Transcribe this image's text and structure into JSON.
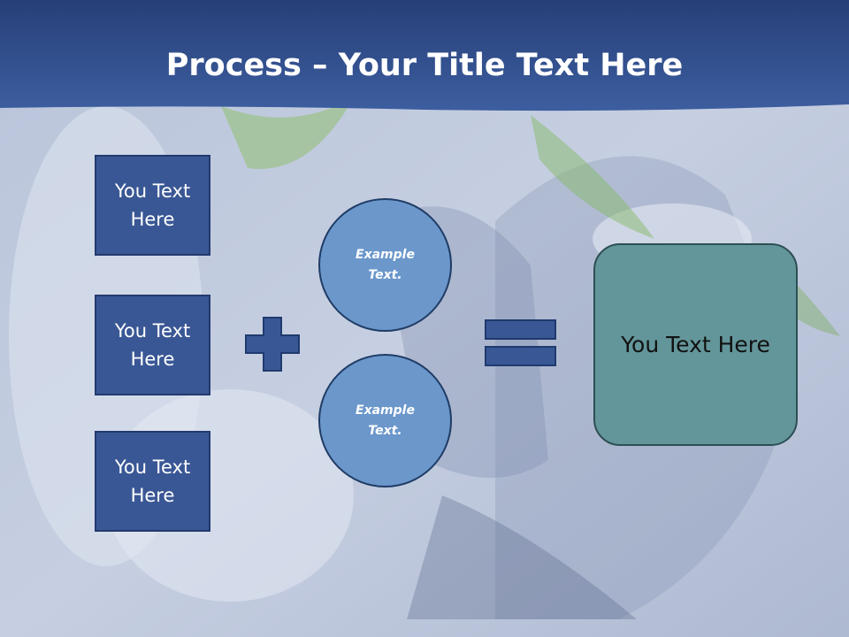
{
  "slide": {
    "title_bold": "Process",
    "title_rest": " – Your Title Text Here",
    "left_boxes": [
      "You Text\nHere",
      "You Text\nHere",
      "You Text\nHere"
    ],
    "circles": [
      "Example\nText.",
      "Example\nText."
    ],
    "result_text": "You Text Here"
  },
  "colors": {
    "header": "#2f4d8c",
    "box_fill": "#3a5795",
    "circle_fill": "#6b97cb",
    "result_fill": "#63969a"
  },
  "icons": {
    "plus": "plus-icon",
    "equals": "equals-icon"
  }
}
